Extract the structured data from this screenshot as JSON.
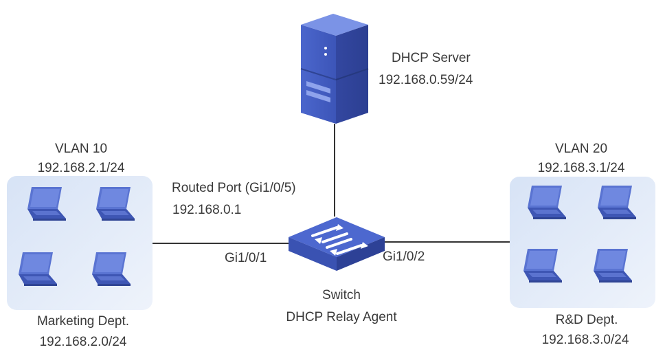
{
  "server": {
    "label": "DHCP Server",
    "ip": "192.168.0.59/24",
    "icon": "server-icon"
  },
  "switch": {
    "label": "Switch",
    "role": "DHCP Relay Agent",
    "icon": "switch-icon",
    "routed_port": "Routed Port (Gi1/0/5)",
    "routed_ip": "192.168.0.1",
    "port_left": "Gi1/0/1",
    "port_right": "Gi1/0/2"
  },
  "left_group": {
    "vlan": "VLAN 10",
    "gateway": "192.168.2.1/24",
    "dept": "Marketing Dept.",
    "subnet": "192.168.2.0/24",
    "icon": "laptop-icon"
  },
  "right_group": {
    "vlan": "VLAN 20",
    "gateway": "192.168.3.1/24",
    "dept": "R&D Dept.",
    "subnet": "192.168.3.0/24",
    "icon": "laptop-icon"
  },
  "colors": {
    "device_blue": "#4a64c8",
    "device_dark": "#3a4fa8",
    "group_bg": "#dce7f7",
    "line": "#333333"
  }
}
